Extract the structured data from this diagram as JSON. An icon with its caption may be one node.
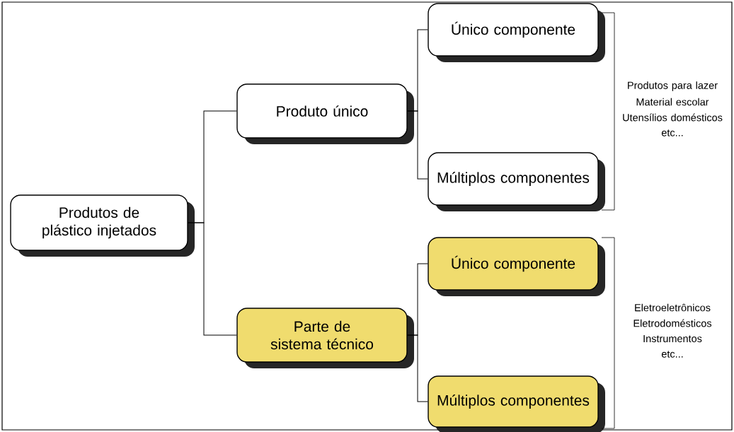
{
  "diagram": {
    "nodes": [
      {
        "text": [
          "Produtos de plástico injetados"
        ]
      },
      {
        "text": [
          "Produto único"
        ]
      },
      {
        "text": [
          "Único componente"
        ]
      },
      {
        "text": [
          "Múltiplos componentes"
        ]
      },
      {
        "text": [
          "Parte de sistema técnico"
        ]
      },
      {
        "text": [
          "Único componente"
        ]
      },
      {
        "text": [
          "Múltiplos componentes"
        ]
      }
    ],
    "edges": [
      {
        "from": 0,
        "to": 1,
        "arrow": "none"
      },
      {
        "from": 0,
        "to": 4,
        "arrow": "none"
      },
      {
        "from": 1,
        "to": 2,
        "arrow": "none"
      },
      {
        "from": 1,
        "to": 3,
        "arrow": "none"
      },
      {
        "from": 4,
        "to": 5,
        "arrow": "none"
      },
      {
        "from": 4,
        "to": 6,
        "arrow": "none"
      }
    ],
    "labels": [
      "Produtos para lazer",
      "Material escolar",
      "Utensílios domésticos",
      "etc...",
      "Eletroeletrônicos",
      "Eletrodomésticos",
      "Instrumentos",
      "etc..."
    ]
  }
}
